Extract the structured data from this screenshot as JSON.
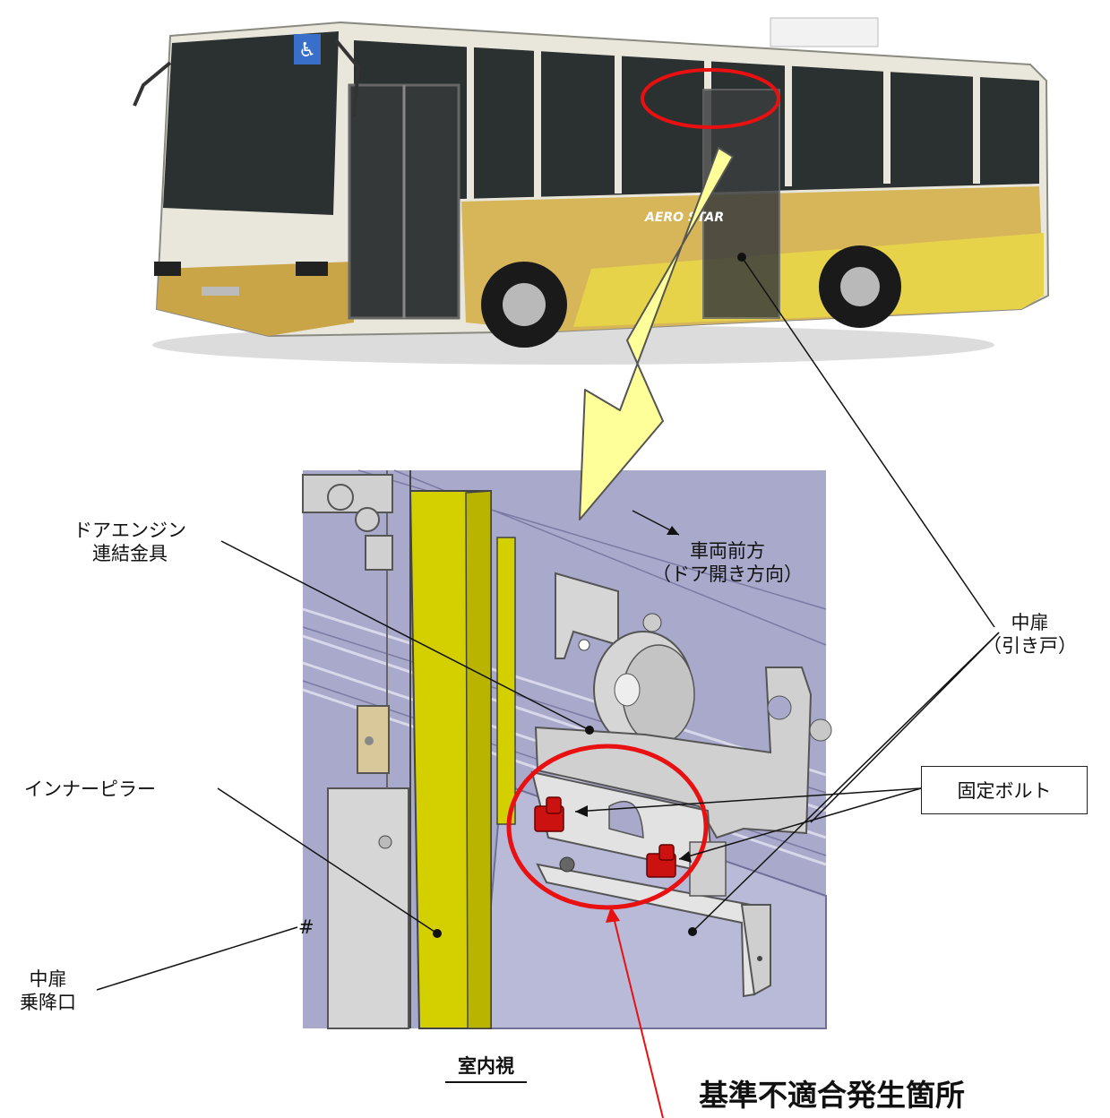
{
  "bus": {
    "wheelchair_symbol": "♿",
    "brand_mark": "AERO STAR",
    "body_colors": {
      "upper": "#e9e7dc",
      "gold": "#c9a548",
      "yellow": "#e6d34a",
      "glass": "#2b3030"
    }
  },
  "detail_view": {
    "background": "#a9a9cc",
    "pillar_color": "#d4d000",
    "bolt_color": "#cc1111"
  },
  "labels": {
    "door_engine_bracket": [
      "ドアエンジン",
      "連結金具"
    ],
    "vehicle_front": [
      "車両前方",
      "（ドア開き方向）"
    ],
    "center_door": [
      "中扉",
      "（引き戸）"
    ],
    "inner_pillar": "インナーピラー",
    "fixing_bolt": "固定ボルト",
    "center_door_entrance": [
      "中扉",
      "乗降口"
    ],
    "hash_mark": "#",
    "interior_view": "室内視",
    "nonconformity_location": "基準不適合発生箇所"
  },
  "colors": {
    "highlight": "#e81010",
    "arrow_fill": "#ffff99",
    "arrow_stroke": "#555555"
  }
}
